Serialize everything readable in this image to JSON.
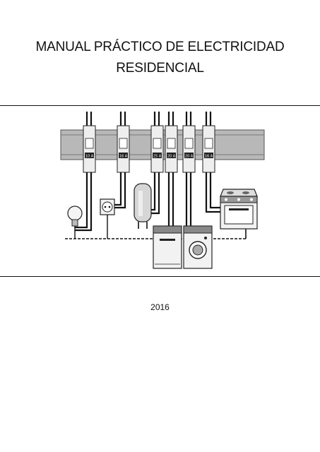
{
  "cover": {
    "title_line_1": "MANUAL PRÁCTICO DE ELECTRICIDAD",
    "title_line_2": "RESIDENCIAL",
    "year": "2016"
  },
  "illustration": {
    "breakers": [
      "10 A",
      "16 A",
      "25 A",
      "20 A",
      "20 A",
      "16 A"
    ],
    "appliances": [
      "light-bulb",
      "power-outlet",
      "water-heater",
      "dishwasher",
      "washing-machine",
      "electric-stove"
    ]
  }
}
